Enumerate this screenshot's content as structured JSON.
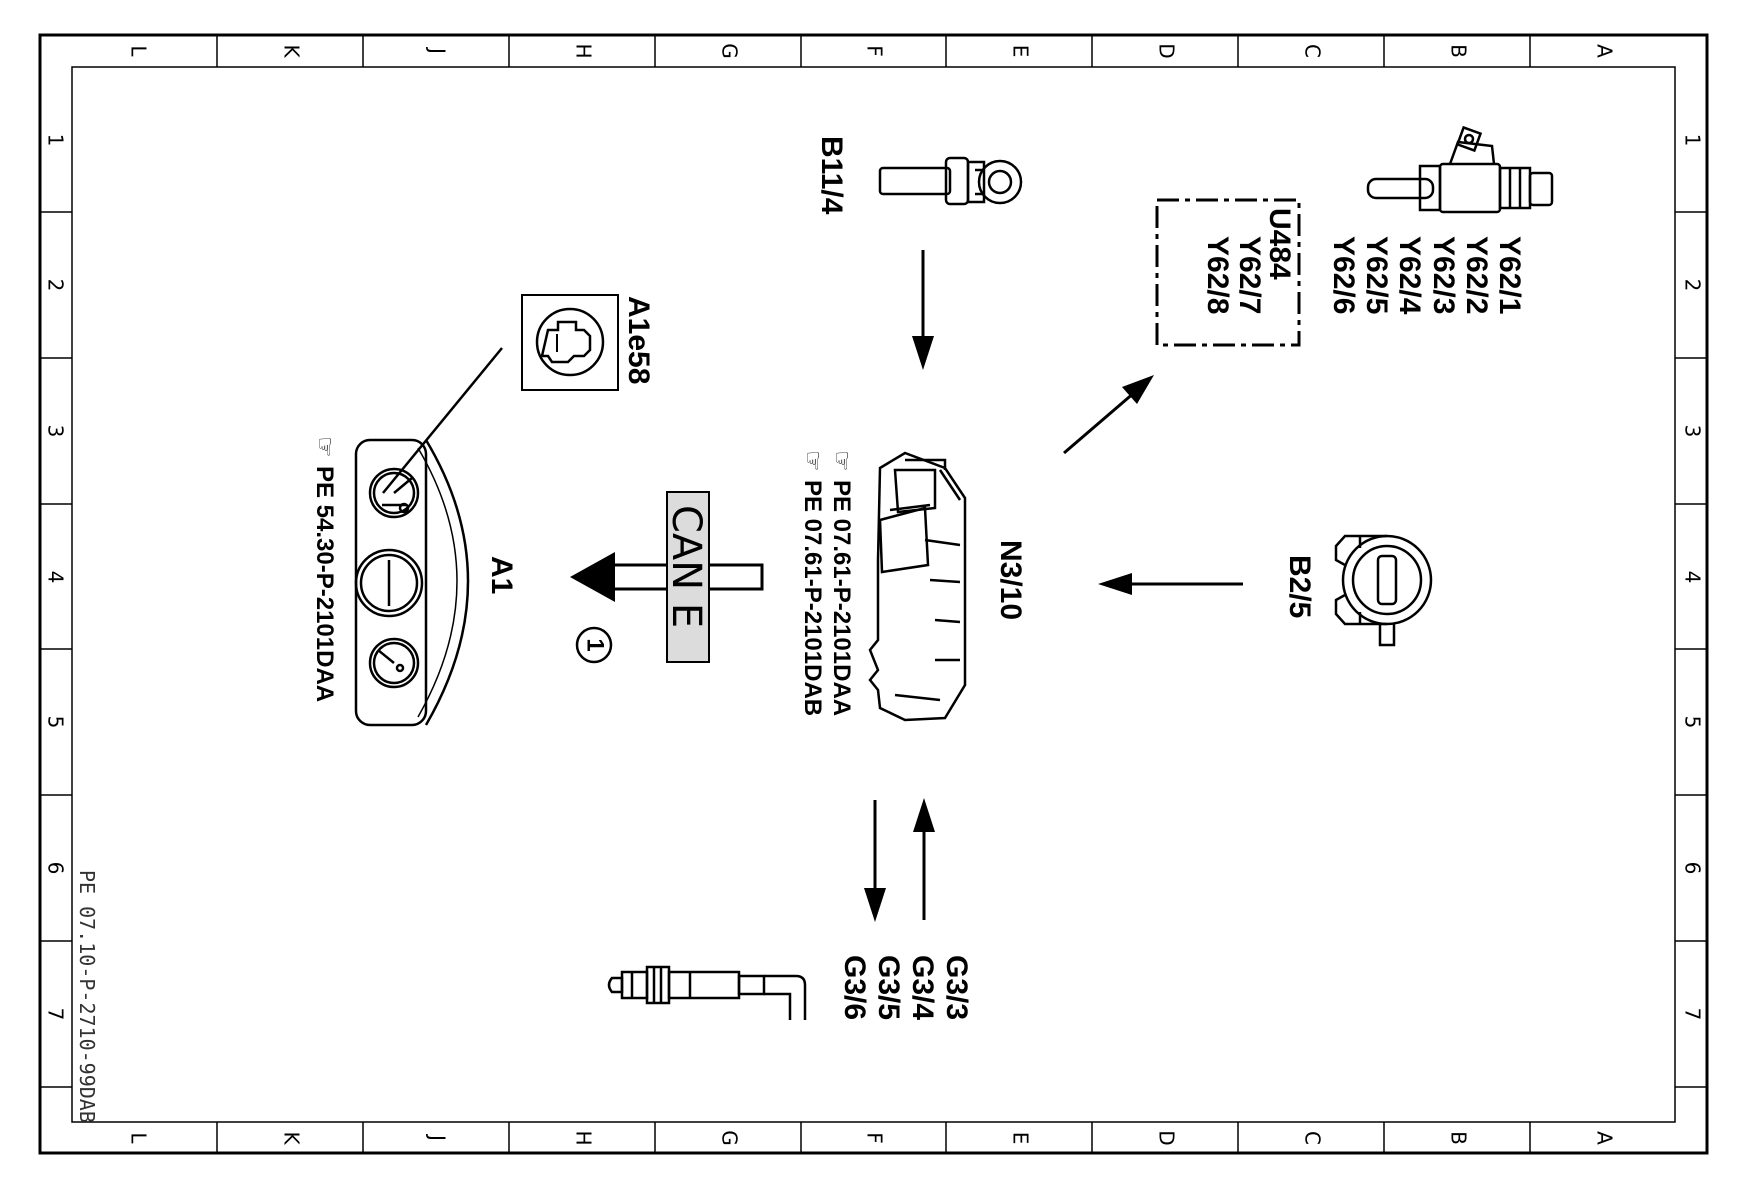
{
  "frame": {
    "columns": [
      "L",
      "K",
      "J",
      "H",
      "G",
      "F",
      "E",
      "D",
      "C",
      "B",
      "A"
    ],
    "rows": [
      "1",
      "2",
      "3",
      "4",
      "5",
      "6",
      "7"
    ]
  },
  "document_number": "PE 07.10-P-2710-99DAB",
  "components": {
    "b11_4": {
      "label": "B11/4"
    },
    "a1e58": {
      "label": "A1e58"
    },
    "a1": {
      "label": "A1",
      "ref": "PE  54.30-P-2101DAA"
    },
    "n3_10": {
      "label": "N3/10",
      "ref1": "PE  07.61-P-2101DAA",
      "ref2": "PE  07.61-P-2101DAB"
    },
    "b2_5": {
      "label": "B2/5"
    },
    "u484": {
      "label": "U484",
      "items": [
        "Y62/7",
        "Y62/8"
      ]
    },
    "y62": {
      "items": [
        "Y62/1",
        "Y62/2",
        "Y62/3",
        "Y62/4",
        "Y62/5",
        "Y62/6"
      ]
    },
    "g3": {
      "items": [
        "G3/3",
        "G3/4",
        "G3/5",
        "G3/6"
      ]
    }
  },
  "can_bus": {
    "label": "CAN E",
    "number": "1"
  }
}
